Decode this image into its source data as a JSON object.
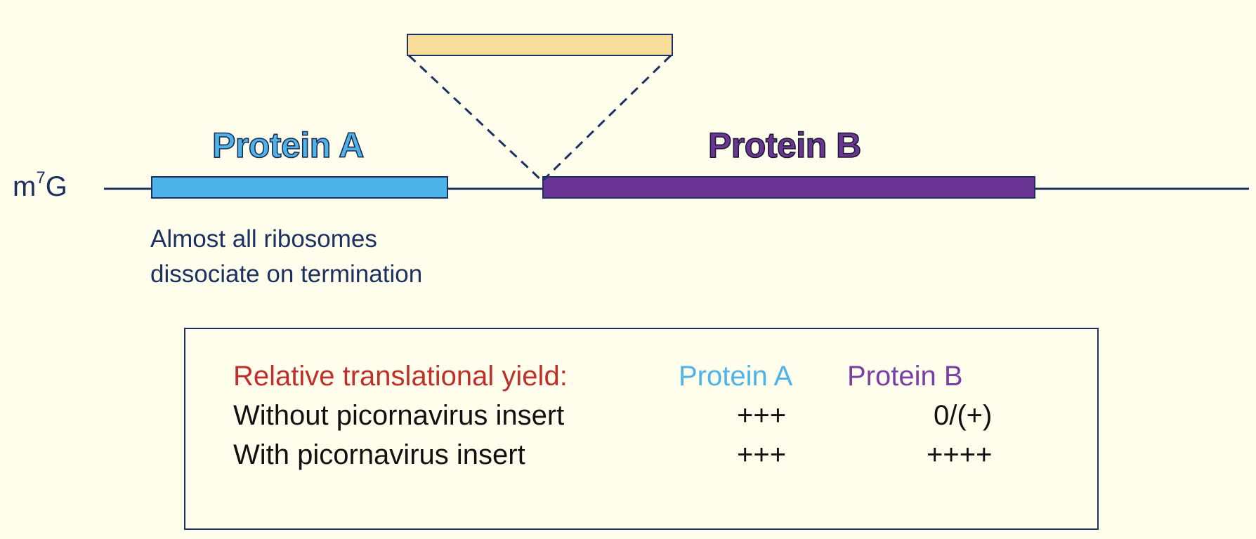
{
  "colors": {
    "background": "#fffdeb",
    "mrna_line": "#1d3160",
    "protein_a": "#4eb3e8",
    "protein_b": "#6a3595",
    "insert": "#f8dd9a",
    "heading_red": "#c0302b"
  },
  "diagram": {
    "cap_label": "m",
    "cap_superscript": "7",
    "cap_suffix": "G",
    "protein_a_title": "Protein A",
    "protein_b_title": "Protein B",
    "note_line_1": "Almost all ribosomes",
    "note_line_2": "dissociate on termination"
  },
  "yield_table": {
    "heading": "Relative translational yield:",
    "columns": [
      "Protein A",
      "Protein B"
    ],
    "rows": [
      {
        "label": "Without picornavirus insert",
        "a": "+++",
        "b": "0/(+)"
      },
      {
        "label": "With picornavirus insert",
        "a": "+++",
        "b": "++++"
      }
    ]
  }
}
